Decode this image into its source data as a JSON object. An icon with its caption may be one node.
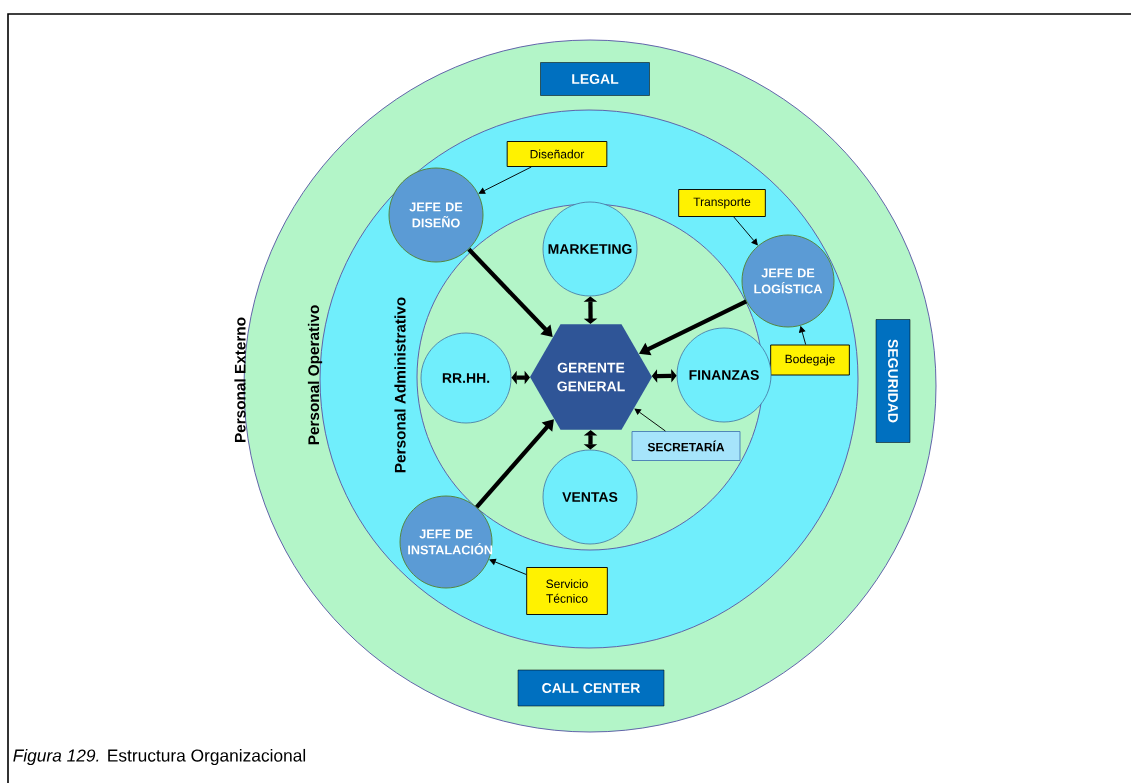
{
  "diagram": {
    "caption": "*Figura 129.* Estructura Organizacional",
    "nodes": [
      {
        "text": [
          "Personal Externo"
        ]
      },
      {
        "text": [
          "LEGAL"
        ],
        "in": 0
      },
      {
        "text": [
          "Personal Operativo"
        ],
        "in": 0
      },
      {
        "text": [
          "Diseñador"
        ],
        "in": 2
      },
      {
        "text": [
          "JEFE DE DISEÑO"
        ],
        "in": 2
      },
      {
        "text": [
          "Transporte"
        ],
        "in": 2
      },
      {
        "text": [
          "Personal Administrativo"
        ],
        "in": 2
      },
      {
        "text": [
          "MARKETING"
        ],
        "in": 6
      },
      {
        "text": [
          "JEFE DE LOGÍSTICA"
        ],
        "in": 2
      },
      {
        "text": [
          "SEGURIDAD"
        ],
        "in": 0
      },
      {
        "text": [
          "Bodegaje"
        ],
        "in": 2
      },
      {
        "text": [
          "RR.HH."
        ],
        "in": 6
      },
      {
        "text": [
          "GERENTE GENERAL"
        ],
        "in": 6
      },
      {
        "text": [
          "FINANZAS"
        ],
        "in": 6
      },
      {
        "text": [
          "SECRETARÍA"
        ],
        "in": 6
      },
      {
        "text": [
          "VENTAS"
        ],
        "in": 6
      },
      {
        "text": [
          "JEFE DE INSTALACIÓN"
        ],
        "in": 2
      },
      {
        "text": [
          "Servicio Técnico"
        ],
        "in": 2
      },
      {
        "text": [
          "CALL CENTER"
        ],
        "in": 0
      }
    ],
    "edges": [
      {
        "from": 3,
        "to": 4,
        "arrow": "to"
      },
      {
        "from": 5,
        "to": 8,
        "arrow": "to"
      },
      {
        "from": 10,
        "to": 8,
        "arrow": "to"
      },
      {
        "from": 17,
        "to": 16,
        "arrow": "to"
      },
      {
        "from": 14,
        "to": 12,
        "arrow": "to"
      },
      {
        "from": 4,
        "to": 12,
        "arrow": "to"
      },
      {
        "from": 8,
        "to": 12,
        "arrow": "to"
      },
      {
        "from": 16,
        "to": 12,
        "arrow": "to"
      },
      {
        "from": 7,
        "to": 12,
        "arrow": "both"
      },
      {
        "from": 11,
        "to": 12,
        "arrow": "both"
      },
      {
        "from": 13,
        "to": 12,
        "arrow": "both"
      },
      {
        "from": 15,
        "to": 12,
        "arrow": "both"
      }
    ]
  }
}
